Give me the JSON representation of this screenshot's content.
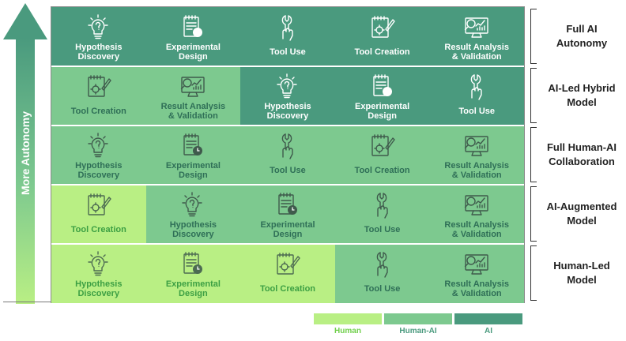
{
  "axis": {
    "label": "More Autonomy"
  },
  "task_labels": {
    "hypothesis": "Hypothesis Discovery",
    "design": "Experimental Design",
    "tool_use": "Tool Use",
    "tool_creation": "Tool Creation",
    "result": "Result Analysis & Validation"
  },
  "colors": {
    "human": "#b9ef84",
    "hybrid": "#7dc98f",
    "ai": "#4a9a7e"
  },
  "levels": [
    {
      "name": "Full AI Autonomy",
      "segments": [
        {
          "role": "ai",
          "span": 5
        }
      ],
      "cells": [
        {
          "task": "hypothesis",
          "role": "ai"
        },
        {
          "task": "design",
          "role": "ai"
        },
        {
          "task": "tool_use",
          "role": "ai"
        },
        {
          "task": "tool_creation",
          "role": "ai"
        },
        {
          "task": "result",
          "role": "ai"
        }
      ]
    },
    {
      "name": "AI-Led Hybrid Model",
      "segments": [
        {
          "role": "hybrid",
          "span": 2
        },
        {
          "role": "ai",
          "span": 3
        }
      ],
      "cells": [
        {
          "task": "tool_creation",
          "role": "hybrid"
        },
        {
          "task": "result",
          "role": "hybrid"
        },
        {
          "task": "hypothesis",
          "role": "ai"
        },
        {
          "task": "design",
          "role": "ai"
        },
        {
          "task": "tool_use",
          "role": "ai"
        }
      ]
    },
    {
      "name": "Full Human-AI Collaboration",
      "segments": [
        {
          "role": "hybrid",
          "span": 5
        }
      ],
      "cells": [
        {
          "task": "hypothesis",
          "role": "hybrid"
        },
        {
          "task": "design",
          "role": "hybrid"
        },
        {
          "task": "tool_use",
          "role": "hybrid"
        },
        {
          "task": "tool_creation",
          "role": "hybrid"
        },
        {
          "task": "result",
          "role": "hybrid"
        }
      ]
    },
    {
      "name": "AI-Augmented Model",
      "segments": [
        {
          "role": "human",
          "span": 1
        },
        {
          "role": "hybrid",
          "span": 4
        }
      ],
      "cells": [
        {
          "task": "tool_creation",
          "role": "human"
        },
        {
          "task": "hypothesis",
          "role": "hybrid"
        },
        {
          "task": "design",
          "role": "hybrid"
        },
        {
          "task": "tool_use",
          "role": "hybrid"
        },
        {
          "task": "result",
          "role": "hybrid"
        }
      ]
    },
    {
      "name": "Human-Led Model",
      "segments": [
        {
          "role": "human",
          "span": 3
        },
        {
          "role": "hybrid",
          "span": 2
        }
      ],
      "cells": [
        {
          "task": "hypothesis",
          "role": "human"
        },
        {
          "task": "design",
          "role": "human"
        },
        {
          "task": "tool_creation",
          "role": "human"
        },
        {
          "task": "tool_use",
          "role": "hybrid"
        },
        {
          "task": "result",
          "role": "hybrid"
        }
      ]
    }
  ],
  "legend": [
    {
      "role": "human",
      "label": "Human"
    },
    {
      "role": "hybrid",
      "label": "Human-AI"
    },
    {
      "role": "ai",
      "label": "AI"
    }
  ]
}
